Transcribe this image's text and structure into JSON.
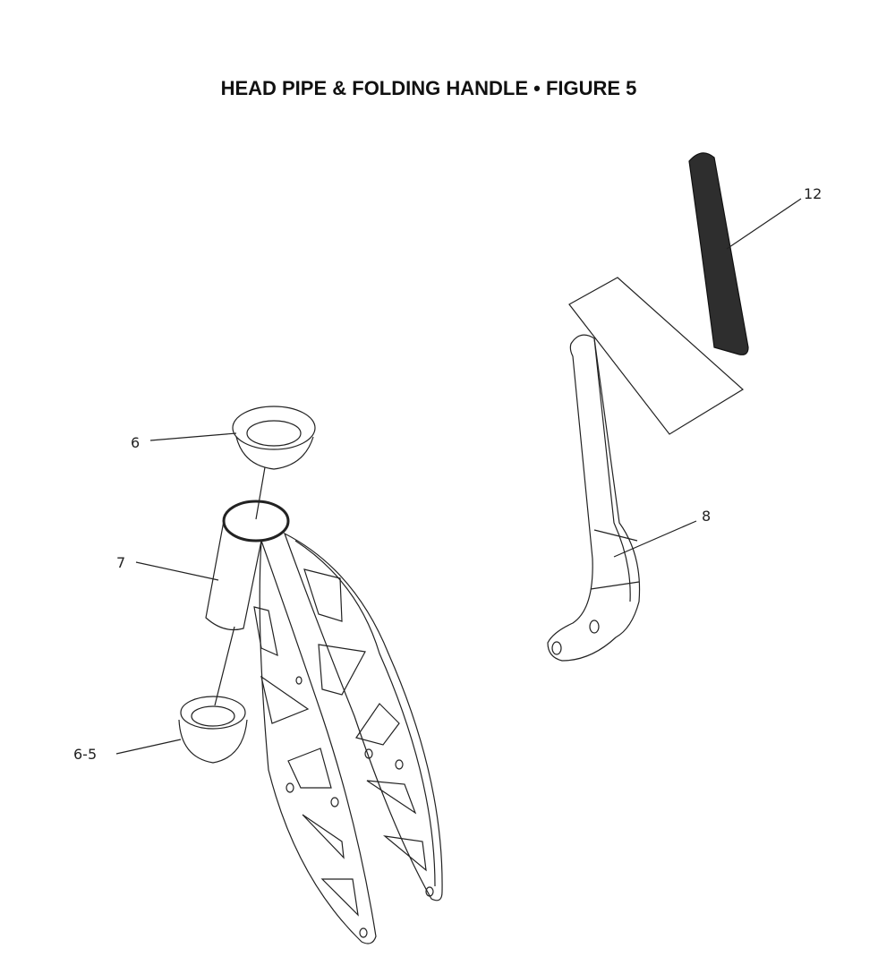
{
  "title": "HEAD PIPE & FOLDING HANDLE  •  FIGURE 5",
  "callouts": {
    "c12": "12",
    "c6": "6",
    "c7": "7",
    "c8": "8",
    "c65": "6-5"
  }
}
